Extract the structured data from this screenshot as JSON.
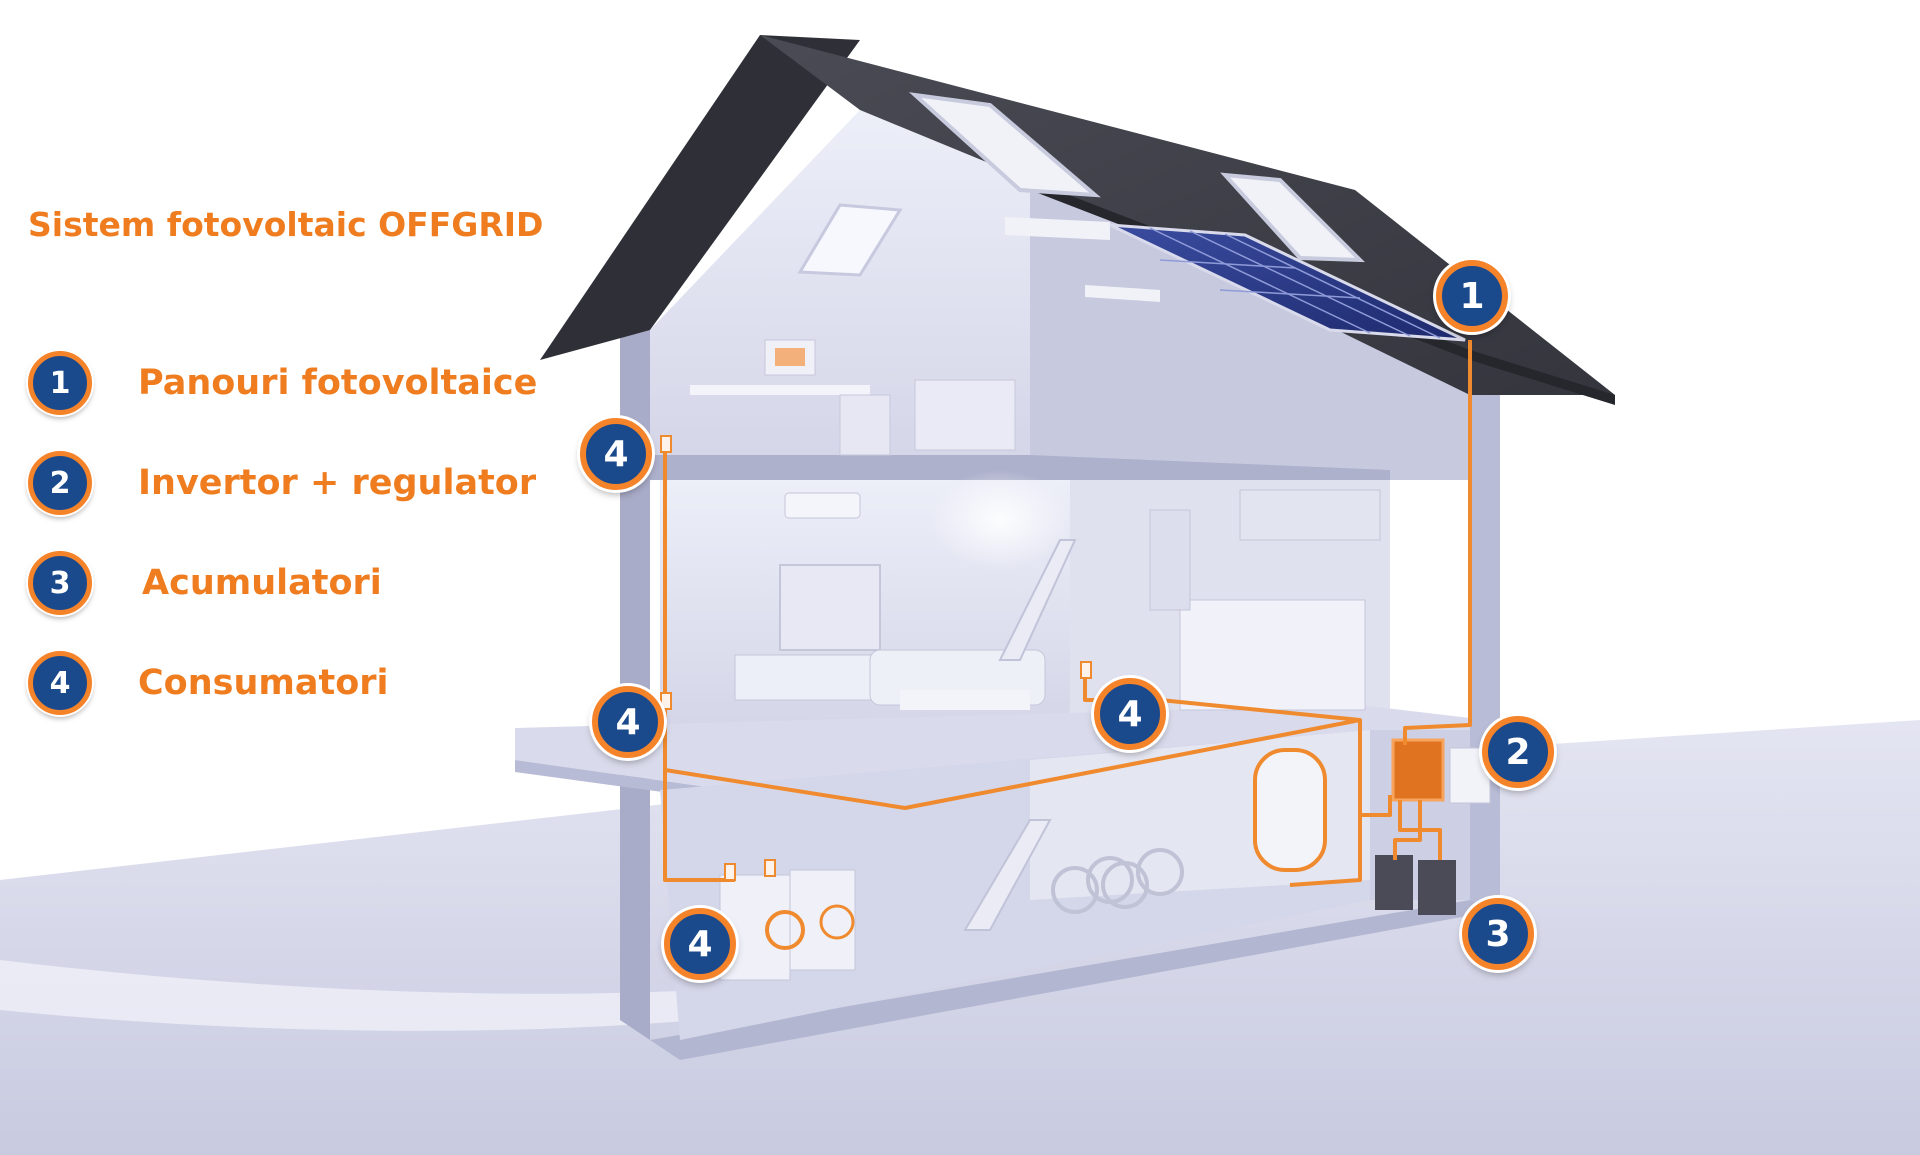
{
  "title": "Sistem fotovoltaic OFFGRID",
  "legend": [
    {
      "number": "1",
      "label": "Panouri fotovoltaice"
    },
    {
      "number": "2",
      "label": "Invertor + regulator"
    },
    {
      "number": "3",
      "label": "Acumulatori"
    },
    {
      "number": "4",
      "label": "Consumatori"
    }
  ],
  "callouts": {
    "panels": "1",
    "inverter": "2",
    "batteries": "3",
    "attic_consumer": "4",
    "living_consumer": "4",
    "kitchen_consumer": "4",
    "laundry_consumer": "4"
  },
  "colors": {
    "accent": "#ef7d1f",
    "badge_fill": "#1b4a8c",
    "badge_ring": "#f5832a",
    "roof": "#3e3f47",
    "wall": "#c9cbe0",
    "interior": "#e3e4f1",
    "ground": "#d6d8ea",
    "solar_panel": "#2a3a8a"
  }
}
